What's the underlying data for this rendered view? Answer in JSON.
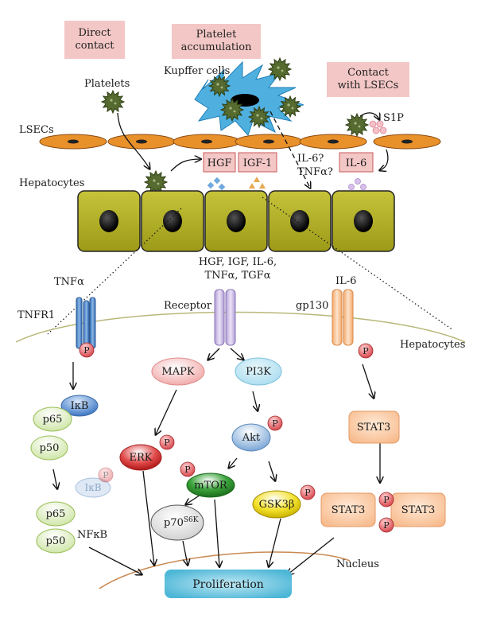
{
  "boxes": {
    "direct_contact": "Direct\ncontact",
    "platelet_accumulation": "Platelet\naccumulation",
    "contact_lsecs": "Contact\nwith LSECs"
  },
  "labels": {
    "platelets": "Platelets",
    "kupffer": "Kupffer cells",
    "lsecs": "LSECs",
    "s1p": "S1P",
    "hepatocytes_top": "Hepatocytes",
    "hepatocytes_right": "Hepatocytes",
    "il6_q": "IL-6?",
    "tnfa_q": "TNFα?",
    "hgf": "HGF",
    "igf1": "IGF-1",
    "il6_box": "IL-6",
    "ligands_line1": "HGF, IGF, IL-6,",
    "ligands_line2": "TNFα, TGFα",
    "tnfa": "TNFα",
    "tnfr1": "TNFR1",
    "receptor": "Receptor",
    "il6": "IL-6",
    "gp130": "gp130",
    "mapk": "MAPK",
    "pi3k": "PI3K",
    "ikb": "IκB",
    "ikb_faded": "IκB",
    "p65_a": "p65",
    "p50_a": "p50",
    "p65_b": "p65",
    "p50_b": "p50",
    "nfkb": "NFκB",
    "erk": "ERK",
    "akt": "Akt",
    "mtor": "mTOR",
    "p70": "p70",
    "p70_sup": "S6K",
    "gsk": "GSK3β",
    "stat3_a": "STAT3",
    "stat3_b": "STAT3",
    "stat3_c": "STAT3",
    "nucleus": "Nucleus",
    "proliferation": "Proliferation",
    "p": "P"
  },
  "colors": {
    "pink_box": "#f3c7c6",
    "lsec_fill": "#e8902a",
    "hepatocyte_fill": "#b5b224",
    "platelet_fill": "#556b2f",
    "kupffer_fill": "#4fb0e0",
    "tnfr_blue": "#4a86c8",
    "receptor_purple": "#c9b6e4",
    "gp130_orange": "#f7c79a",
    "proliferation": "#5ec0dc"
  }
}
